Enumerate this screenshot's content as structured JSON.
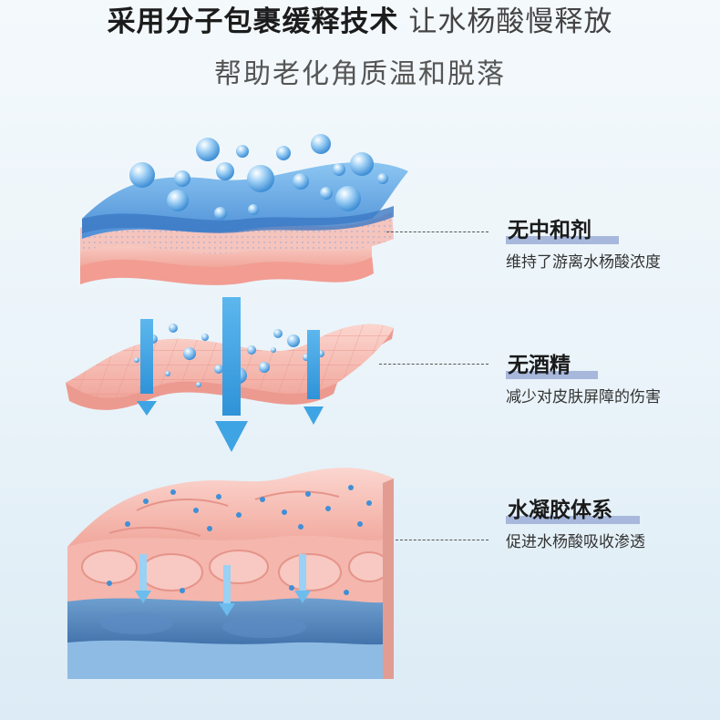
{
  "header": {
    "headline_bold": "采用分子包裹缓释技术",
    "headline_light": "让水杨酸慢释放",
    "subheadline": "帮助老化角质温和脱落"
  },
  "features": [
    {
      "title": "无中和剂",
      "desc": "维持了游离水杨酸浓度"
    },
    {
      "title": "无酒精",
      "desc": "减少对皮肤屏障的伤害"
    },
    {
      "title": "水凝胶体系",
      "desc": "促进水杨酸吸收渗透"
    }
  ],
  "colors": {
    "layer_blue": "#5a9fe0",
    "skin_pink": "#f4b3aa",
    "arrow_blue": "#3fa4e3",
    "deep_blue": "#4f7fb6"
  }
}
